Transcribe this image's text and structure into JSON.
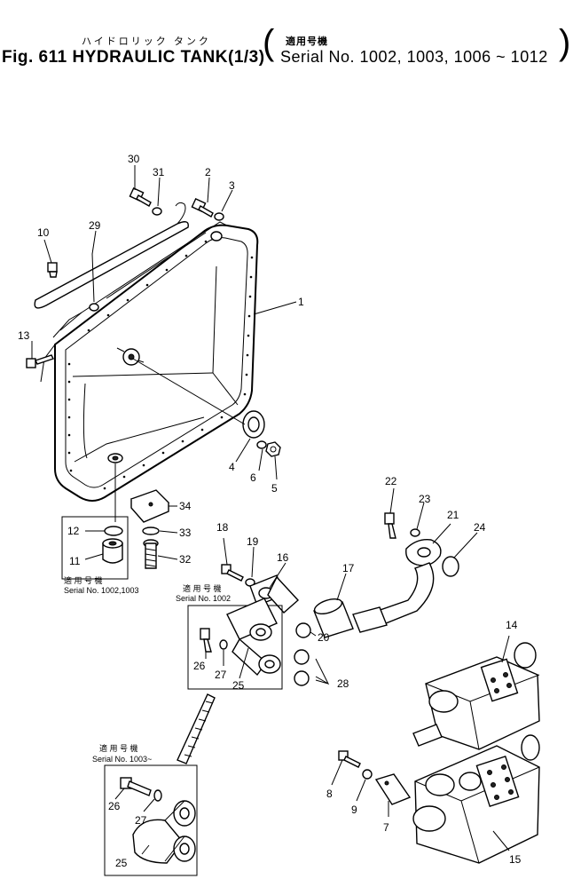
{
  "header": {
    "kana_title": "ハイドロリック タンク",
    "figure_title": "Fig. 611 HYDRAULIC TANK(1/3)",
    "applicable_label": "適用号機",
    "serial_range": "Serial No. 1002, 1003, 1006 ~ 1012"
  },
  "callouts": [
    "1",
    "2",
    "3",
    "4",
    "5",
    "6",
    "7",
    "8",
    "9",
    "10",
    "11",
    "12",
    "13",
    "14",
    "15",
    "16",
    "17",
    "18",
    "19",
    "20",
    "21",
    "22",
    "23",
    "24",
    "25",
    "26",
    "27",
    "28",
    "29",
    "30",
    "31",
    "32",
    "33",
    "34"
  ],
  "duplicate_callouts": [
    "26",
    "27",
    "25"
  ],
  "notes": {
    "box_a_label": "適 用 号 機",
    "box_a_serial": "Serial No. 1002,1003",
    "box_b_label": "適 用 号 機",
    "box_b_serial": "Serial No. 1002",
    "box_c_label": "適 用 号 機",
    "box_c_serial": "Serial No. 1003~"
  }
}
